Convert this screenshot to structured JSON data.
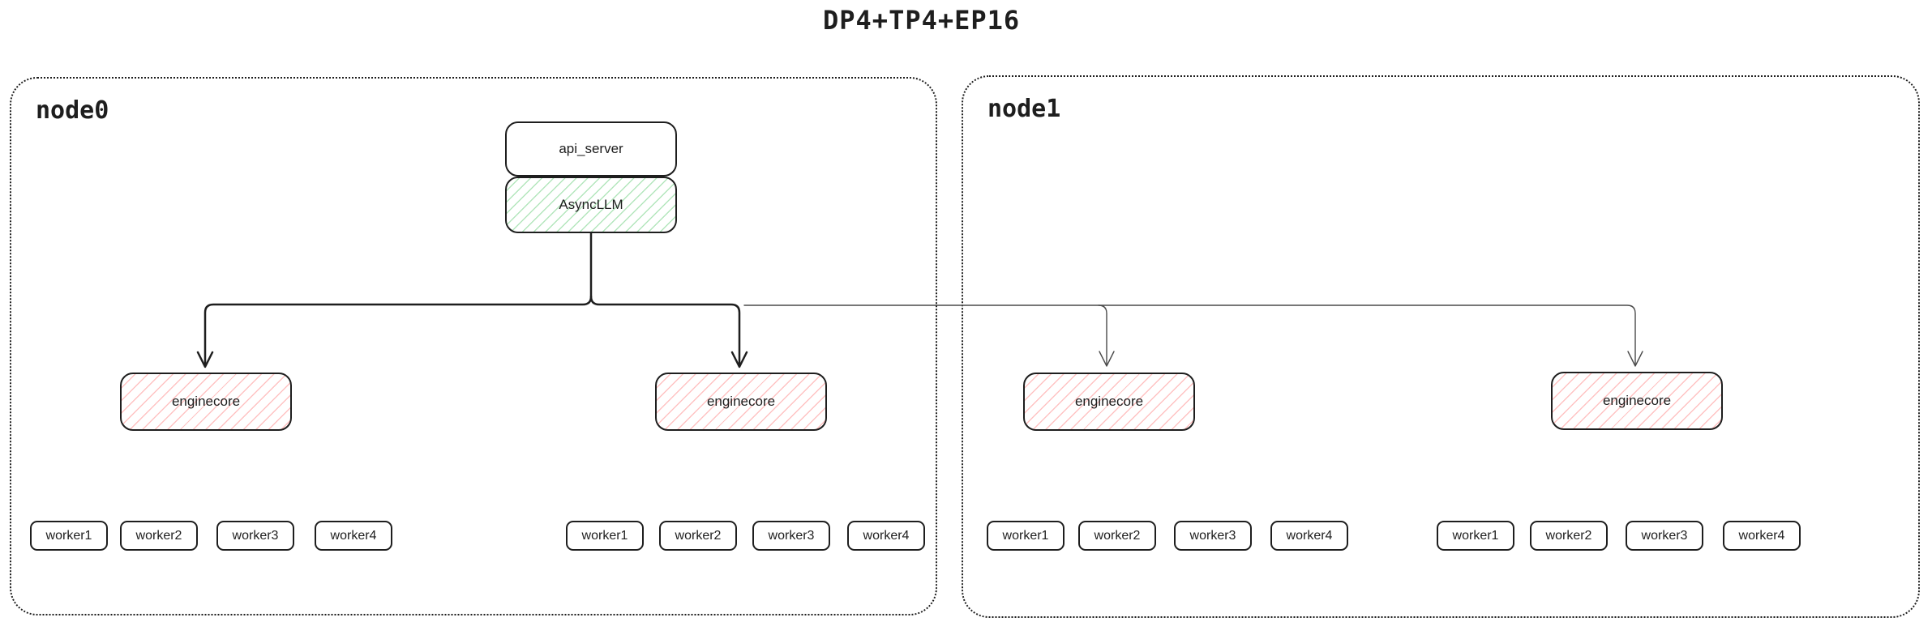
{
  "title": "DP4+TP4+EP16",
  "colors": {
    "ink": "#1e1e1e",
    "green_hatch": "#40c057",
    "red_hatch": "#ff8787",
    "thin_edge": "#4a4a4a"
  },
  "nodes": [
    {
      "label": "node0"
    },
    {
      "label": "node1"
    }
  ],
  "api_stack": {
    "api_server": "api_server",
    "async_llm": "AsyncLLM"
  },
  "enginecores": [
    {
      "label": "enginecore"
    },
    {
      "label": "enginecore"
    },
    {
      "label": "enginecore"
    },
    {
      "label": "enginecore"
    }
  ],
  "worker_groups": [
    [
      "worker1",
      "worker2",
      "worker3",
      "worker4"
    ],
    [
      "worker1",
      "worker2",
      "worker3",
      "worker4"
    ],
    [
      "worker1",
      "worker2",
      "worker3",
      "worker4"
    ],
    [
      "worker1",
      "worker2",
      "worker3",
      "worker4"
    ]
  ]
}
